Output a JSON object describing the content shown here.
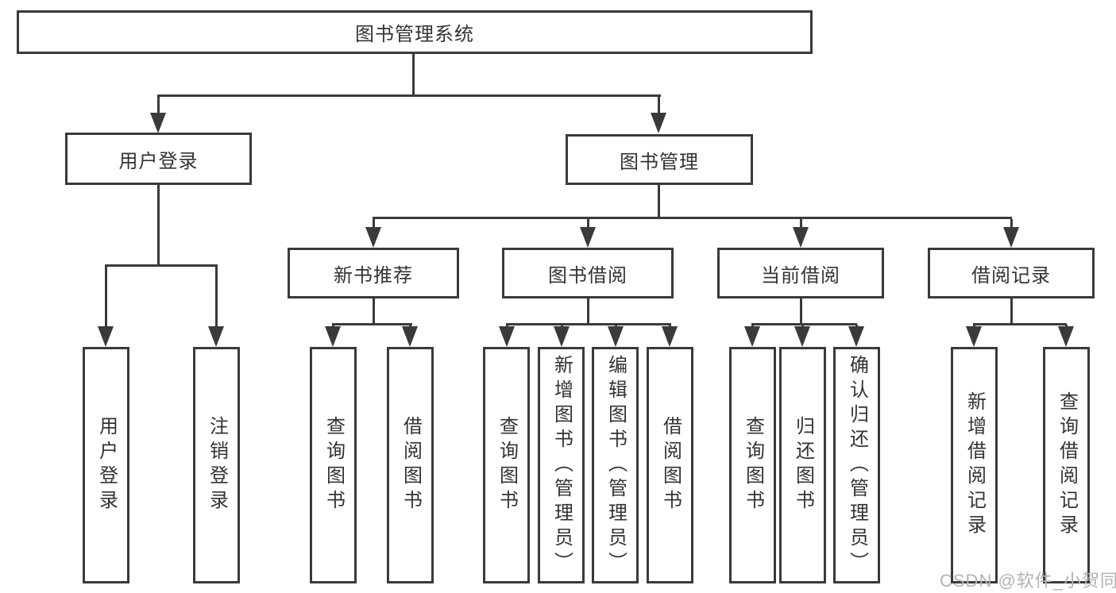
{
  "diagram": {
    "type": "org-tree",
    "root": {
      "label": "图书管理系统"
    },
    "branches": [
      {
        "label": "用户登录",
        "children": [
          {
            "label": "用户登录"
          },
          {
            "label": "注销登录"
          }
        ]
      },
      {
        "label": "图书管理",
        "children": [
          {
            "label": "新书推荐",
            "children": [
              {
                "label": "查询图书"
              },
              {
                "label": "借阅图书"
              }
            ]
          },
          {
            "label": "图书借阅",
            "children": [
              {
                "label": "查询图书"
              },
              {
                "label": "新增图书（管理员）"
              },
              {
                "label": "编辑图书（管理员）"
              },
              {
                "label": "借阅图书"
              }
            ]
          },
          {
            "label": "当前借阅",
            "children": [
              {
                "label": "查询图书"
              },
              {
                "label": "归还图书"
              },
              {
                "label": "确认归还（管理员）"
              }
            ]
          },
          {
            "label": "借阅记录",
            "children": [
              {
                "label": "新增借阅记录"
              },
              {
                "label": "查询借阅记录"
              }
            ]
          }
        ]
      }
    ]
  },
  "watermark": {
    "text": "CSDN @软件_小贺同学"
  },
  "colors": {
    "line": "#3a3a3a",
    "text": "#333333",
    "watermark": "#b3b3b3",
    "background": "#ffffff"
  }
}
